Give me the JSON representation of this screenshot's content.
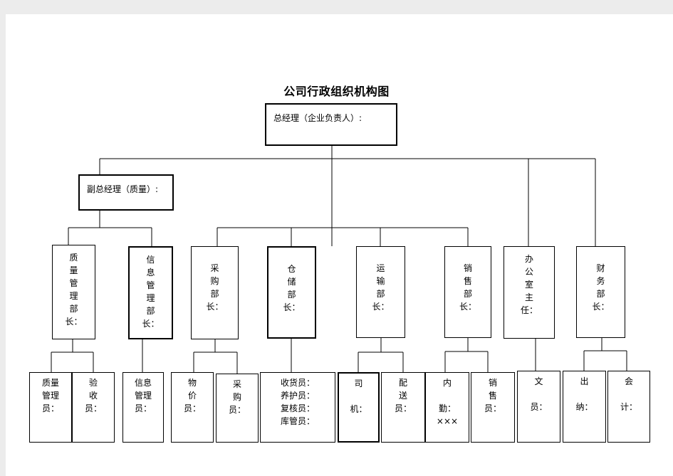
{
  "title": "公司行政组织机构图",
  "ceo": "总经理（企业负责人）:",
  "vp": "副总经理（质量）:",
  "departments": [
    {
      "key": "quality",
      "label": "质\n量\n管\n理\n部\n长："
    },
    {
      "key": "info",
      "label": "信\n息\n管\n理\n部\n长："
    },
    {
      "key": "purchase",
      "label": "采\n购\n部\n长："
    },
    {
      "key": "warehouse",
      "label": "仓\n储\n部\n长："
    },
    {
      "key": "transport",
      "label": "运\n输\n部\n长："
    },
    {
      "key": "sales",
      "label": "销\n售\n部\n长："
    },
    {
      "key": "office",
      "label": "办\n公\n室\n主\n任："
    },
    {
      "key": "finance",
      "label": "财\n务\n部\n长："
    }
  ],
  "staff": [
    {
      "key": "quality-manager",
      "label": "质量\n管理\n员："
    },
    {
      "key": "inspector",
      "label": "验\n收\n员："
    },
    {
      "key": "info-manager",
      "label": "信息\n管理\n员："
    },
    {
      "key": "pricer",
      "label": "物\n价\n员："
    },
    {
      "key": "buyer",
      "label": "采\n购\n员："
    },
    {
      "key": "warehouse-staff",
      "label": "收货员：\n养护员：\n复核员：\n库管员："
    },
    {
      "key": "driver",
      "label": "司\n\n机："
    },
    {
      "key": "delivery",
      "label": "配\n送\n员："
    },
    {
      "key": "internal",
      "label": "内\n\n勤：\n×××"
    },
    {
      "key": "salesperson",
      "label": "销\n售\n员："
    },
    {
      "key": "clerk",
      "label": "文\n\n员："
    },
    {
      "key": "cashier",
      "label": "出\n\n纳："
    },
    {
      "key": "accountant",
      "label": "会\n\n计："
    }
  ]
}
